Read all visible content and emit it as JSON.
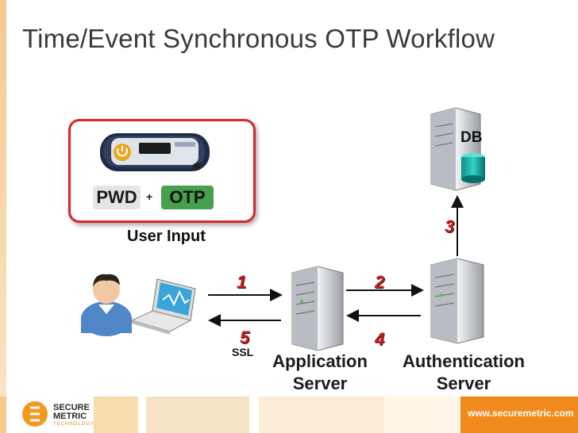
{
  "title": "Time/Event Synchronous OTP Workflow",
  "input_box": {
    "pwd": "PWD",
    "plus": "+",
    "otp": "OTP",
    "caption": "User Input"
  },
  "db_label": "DB",
  "servers": {
    "application": "Application\nServer",
    "authentication": "Authentication\nServer"
  },
  "steps": [
    "1",
    "2",
    "3",
    "4",
    "5"
  ],
  "ssl": "SSL",
  "footer": {
    "logo_line1": "SECURE",
    "logo_line2": "METRIC",
    "logo_line3": "TECHNOLOGY",
    "url": "www.securemetric.com"
  },
  "colors": {
    "accent_red": "#d8262b",
    "otp_green": "#46a04d",
    "footer_orange": "#f08a1c"
  }
}
